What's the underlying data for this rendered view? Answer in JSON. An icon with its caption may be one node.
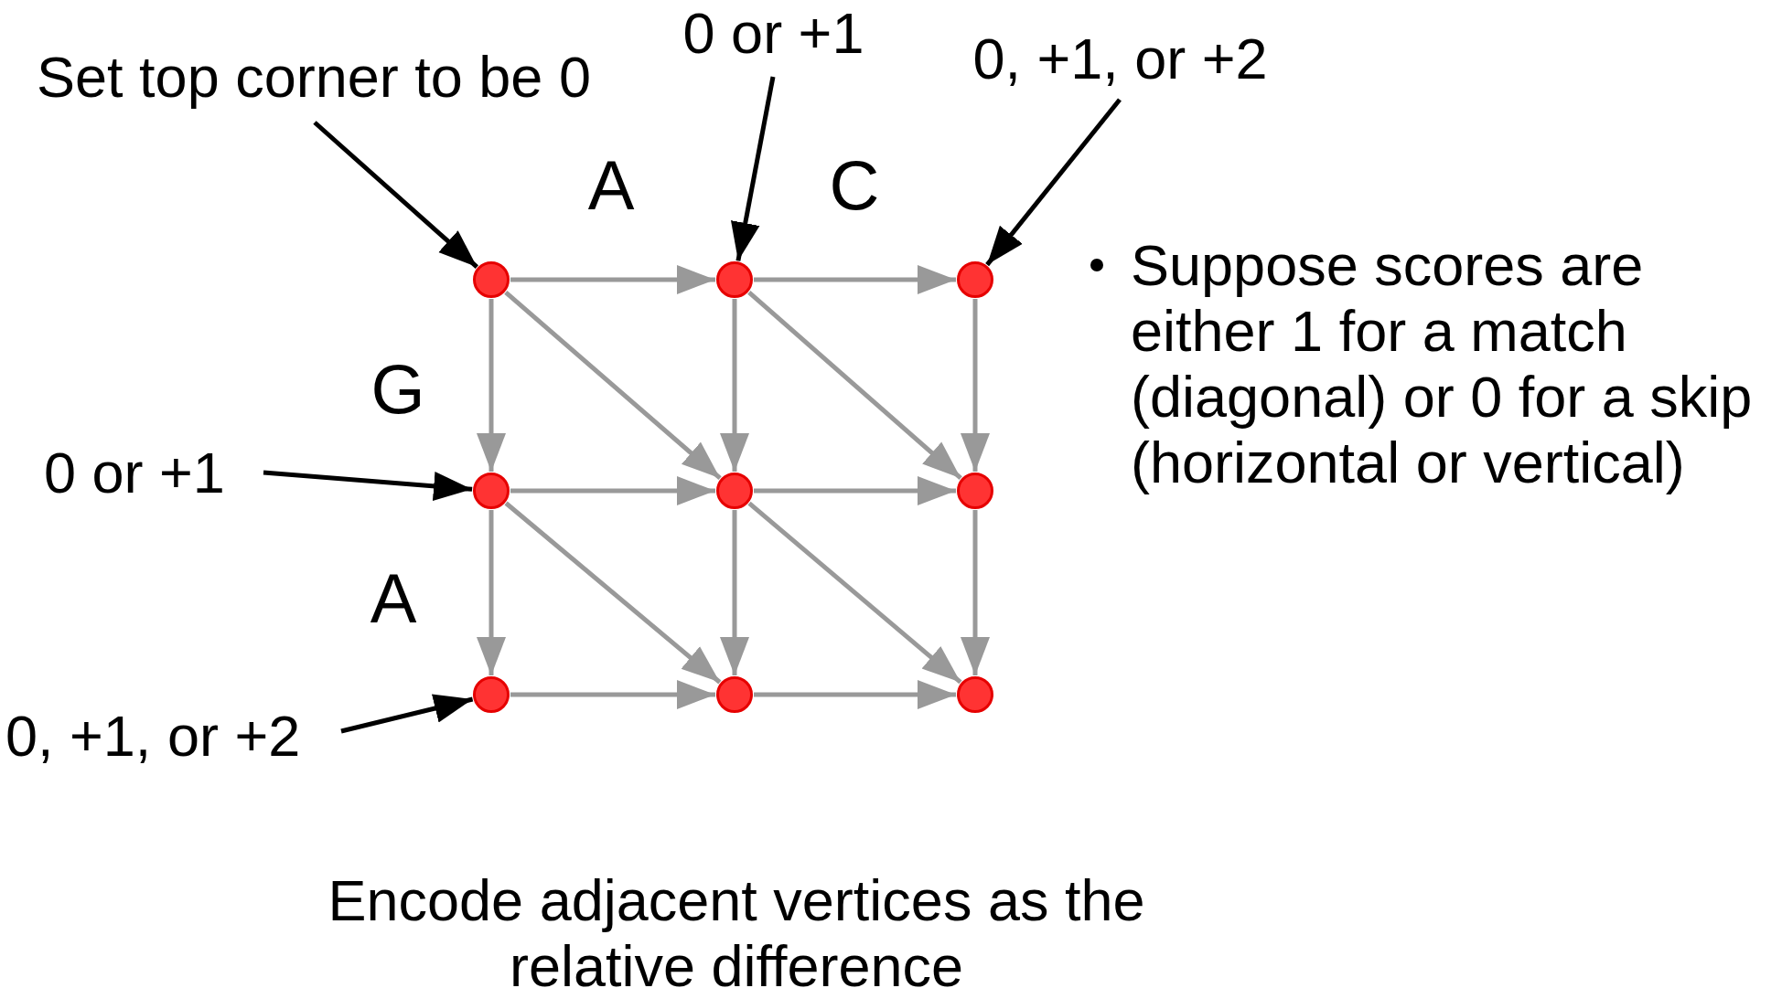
{
  "diagram": {
    "caption": "Encode adjacent vertices as the relative difference",
    "nodes": [
      {
        "text": [
          "0 or +1"
        ]
      },
      {
        "text": [
          "0, +1, or +2"
        ]
      },
      {
        "text": [
          "Set top corner to be 0"
        ]
      },
      {
        "text": [
          "0 or +1"
        ]
      },
      {
        "text": [
          "0, +1, or +2"
        ]
      },
      {
        "text": [],
        "shape": "circle"
      },
      {
        "text": [],
        "shape": "circle"
      },
      {
        "text": [],
        "shape": "circle"
      },
      {
        "text": [],
        "shape": "circle"
      },
      {
        "text": [],
        "shape": "circle"
      },
      {
        "text": [],
        "shape": "circle"
      },
      {
        "text": [],
        "shape": "circle"
      },
      {
        "text": [],
        "shape": "circle"
      },
      {
        "text": [],
        "shape": "circle"
      }
    ],
    "edges": [
      {
        "from": 2,
        "to": 5,
        "arrow": "to",
        "color": "#000000"
      },
      {
        "from": 0,
        "to": 6,
        "arrow": "to",
        "color": "#000000"
      },
      {
        "from": 1,
        "to": 7,
        "arrow": "to",
        "color": "#000000"
      },
      {
        "from": 3,
        "to": 8,
        "arrow": "to",
        "color": "#000000"
      },
      {
        "from": 4,
        "to": 11,
        "arrow": "to",
        "color": "#000000"
      },
      {
        "from": 5,
        "to": 6,
        "arrow": "to"
      },
      {
        "from": 6,
        "to": 7,
        "arrow": "to"
      },
      {
        "from": 8,
        "to": 9,
        "arrow": "to"
      },
      {
        "from": 9,
        "to": 10,
        "arrow": "to"
      },
      {
        "from": 11,
        "to": 12,
        "arrow": "to"
      },
      {
        "from": 12,
        "to": 13,
        "arrow": "to"
      },
      {
        "from": 5,
        "to": 8,
        "arrow": "to"
      },
      {
        "from": 8,
        "to": 11,
        "arrow": "to"
      },
      {
        "from": 6,
        "to": 9,
        "arrow": "to"
      },
      {
        "from": 9,
        "to": 12,
        "arrow": "to"
      },
      {
        "from": 7,
        "to": 10,
        "arrow": "to"
      },
      {
        "from": 10,
        "to": 13,
        "arrow": "to"
      },
      {
        "from": 5,
        "to": 9,
        "arrow": "to"
      },
      {
        "from": 6,
        "to": 10,
        "arrow": "to"
      },
      {
        "from": 8,
        "to": 12,
        "arrow": "to"
      },
      {
        "from": 9,
        "to": 13,
        "arrow": "to"
      }
    ],
    "labels": [
      "A",
      "C",
      "G",
      "A",
      "Suppose scores are either 1 for a match (diagonal) or 0 for a skip (horizontal or vertical)"
    ]
  }
}
